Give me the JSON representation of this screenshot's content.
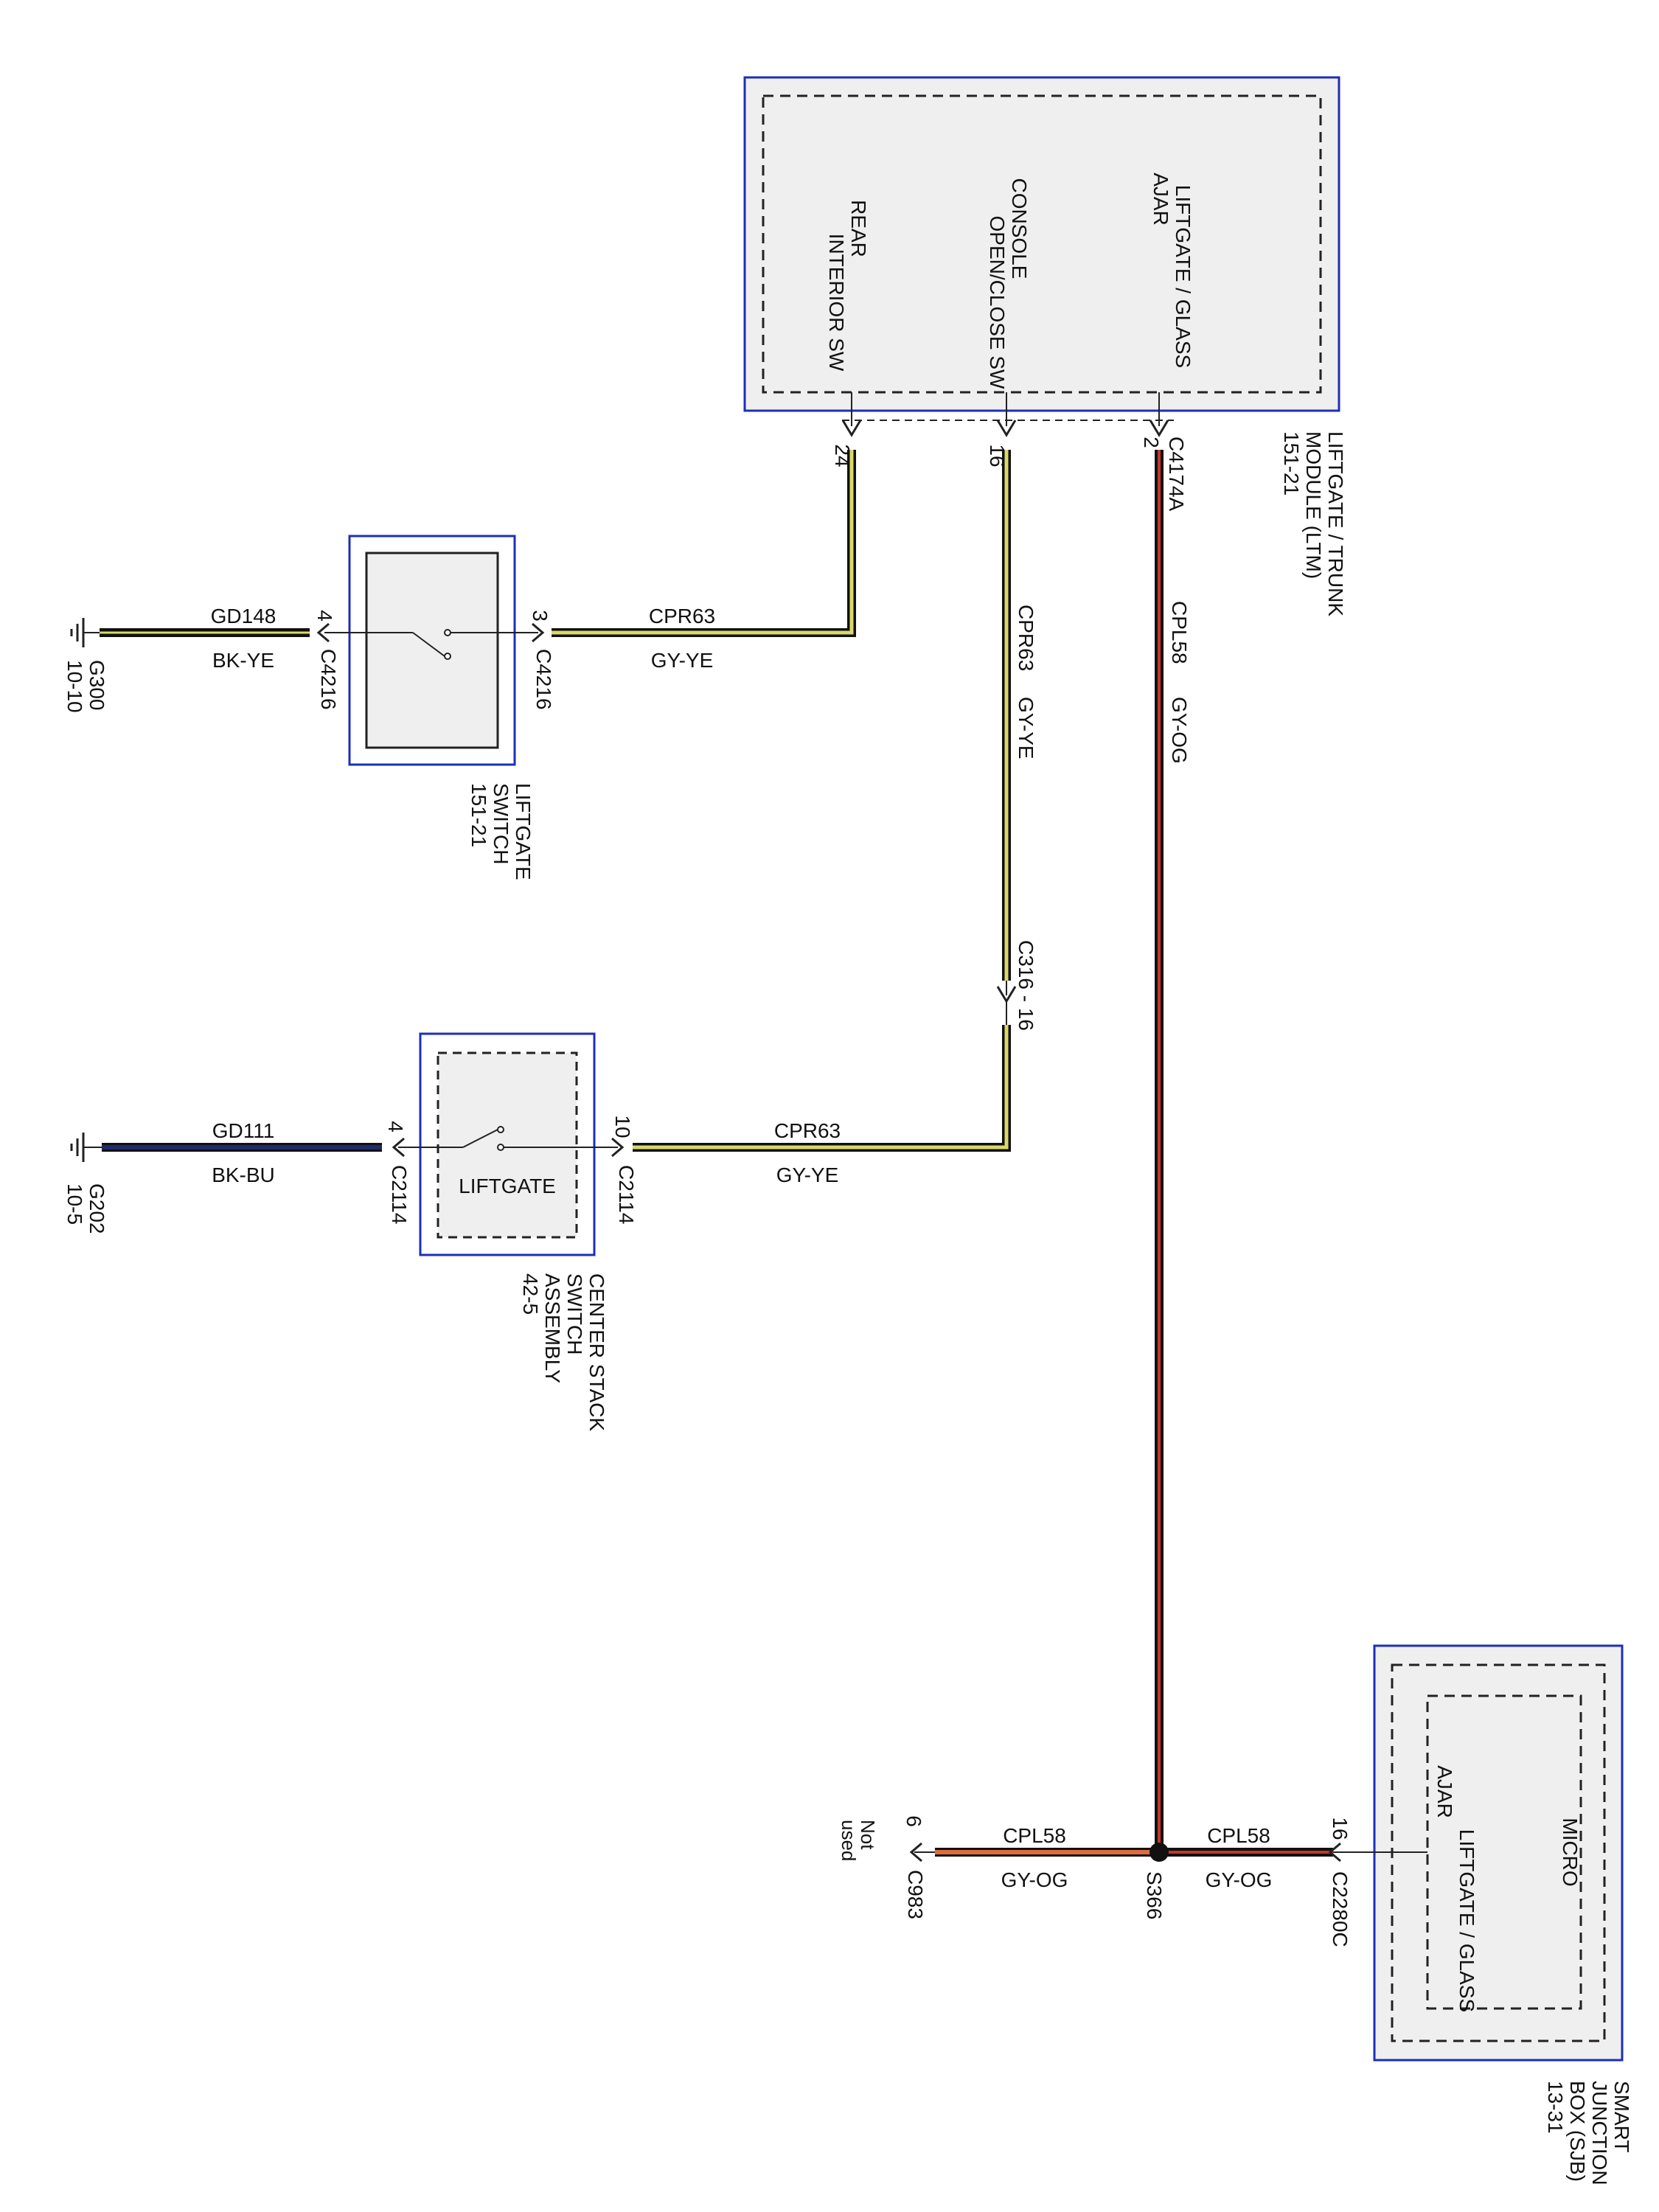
{
  "ltm": {
    "labels": [
      "REAR",
      "INTERIOR SW",
      "CONSOLE",
      "OPEN/CLOSE SW",
      "LIFTGATE / GLASS",
      "AJAR"
    ],
    "connector": "C4174A",
    "pins": [
      "24",
      "16",
      "2"
    ],
    "name_lines": [
      "LIFTGATE / TRUNK",
      "MODULE (LTM)",
      "151-21"
    ]
  },
  "liftgate_switch": {
    "pins": [
      "4",
      "3"
    ],
    "connectors": [
      "C4216",
      "C4216"
    ],
    "name_lines": [
      "LIFTGATE",
      "SWITCH",
      "151-21"
    ]
  },
  "ground_g300": {
    "lines": [
      "G300",
      "10-10"
    ]
  },
  "wire_gd148": {
    "circuit": "GD148",
    "color": "BK-YE"
  },
  "wire_cpr63_top": {
    "circuit": "CPR63",
    "color": "GY-YE"
  },
  "wire_cpr63_vert": {
    "circuit": "CPR63",
    "color": "GY-YE"
  },
  "wire_cpl58_vert": {
    "circuit": "CPL58",
    "color": "GY-OG"
  },
  "inline_c316": {
    "label": "C316 - 16"
  },
  "center_stack": {
    "inner_label": "LIFTGATE",
    "pins": [
      "4",
      "10"
    ],
    "connectors": [
      "C2114",
      "C2114"
    ],
    "name_lines": [
      "CENTER STACK",
      "SWITCH",
      "ASSEMBLY",
      "42-5"
    ]
  },
  "ground_g202": {
    "lines": [
      "G202",
      "10-5"
    ]
  },
  "wire_gd111": {
    "circuit": "GD111",
    "color": "BK-BU"
  },
  "wire_cpr63_mid": {
    "circuit": "CPR63",
    "color": "GY-YE"
  },
  "splice": {
    "label": "S366"
  },
  "wire_cpl58_left": {
    "circuit": "CPL58",
    "color": "GY-OG"
  },
  "wire_cpl58_right": {
    "circuit": "CPL58",
    "color": "GY-OG"
  },
  "c983": {
    "pin": "6",
    "connector": "C983",
    "note_lines": [
      "Not",
      "used"
    ]
  },
  "sjb": {
    "pin": "16",
    "connector": "C2280C",
    "micro": "MICRO",
    "labels": [
      "LIFTGATE / GLASS",
      "AJAR"
    ],
    "name_lines": [
      "SMART",
      "JUNCTION",
      "BOX (SJB)",
      "13-31"
    ]
  },
  "colors": {
    "frame_blue": "#1c2fb8",
    "gray_fill": "#efefef",
    "wire_outline": "#222222",
    "gy_ye": "#d9d96a",
    "gy_og": "#c0392b",
    "bk_bu": "#1f2a6b"
  }
}
